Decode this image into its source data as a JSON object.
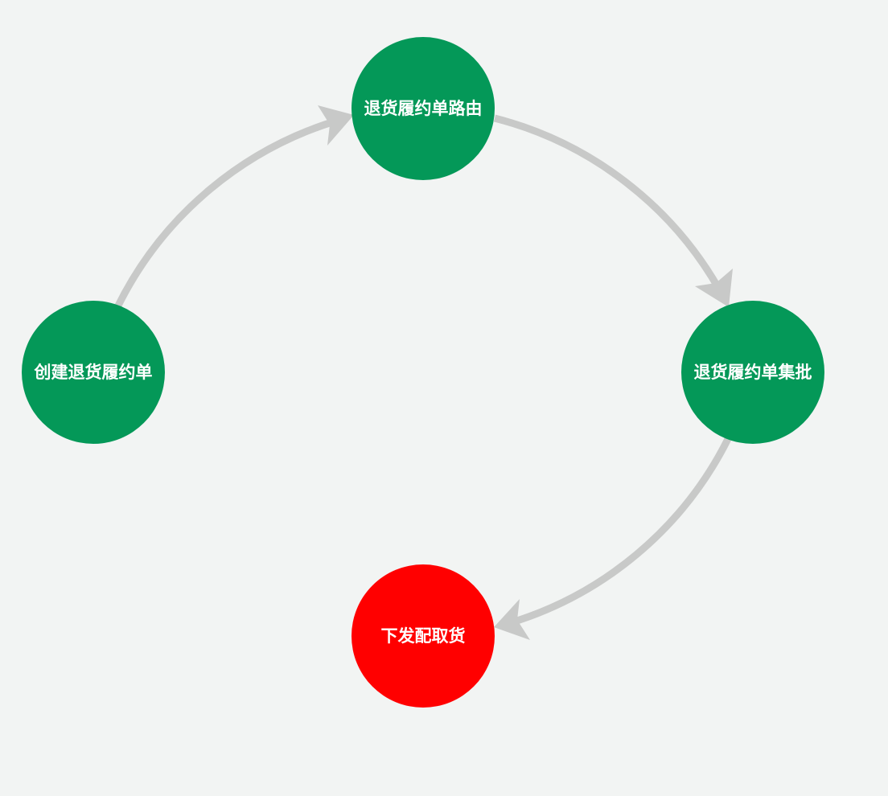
{
  "diagram": {
    "type": "process-flow",
    "colors": {
      "background": "#f2f4f3",
      "node_done": "#049858",
      "node_current": "#ff0000",
      "edge": "#c8c9c8",
      "label": "#ffffff"
    },
    "nodes": [
      {
        "id": "create",
        "label": "创建退货履约单",
        "status": "done"
      },
      {
        "id": "route",
        "label": "退货履约单路由",
        "status": "done"
      },
      {
        "id": "batch",
        "label": "退货履约单集批",
        "status": "done"
      },
      {
        "id": "dispatch",
        "label": "下发配取货",
        "status": "current"
      }
    ],
    "edges": [
      {
        "from": "create",
        "to": "route"
      },
      {
        "from": "route",
        "to": "batch"
      },
      {
        "from": "batch",
        "to": "dispatch"
      }
    ]
  }
}
